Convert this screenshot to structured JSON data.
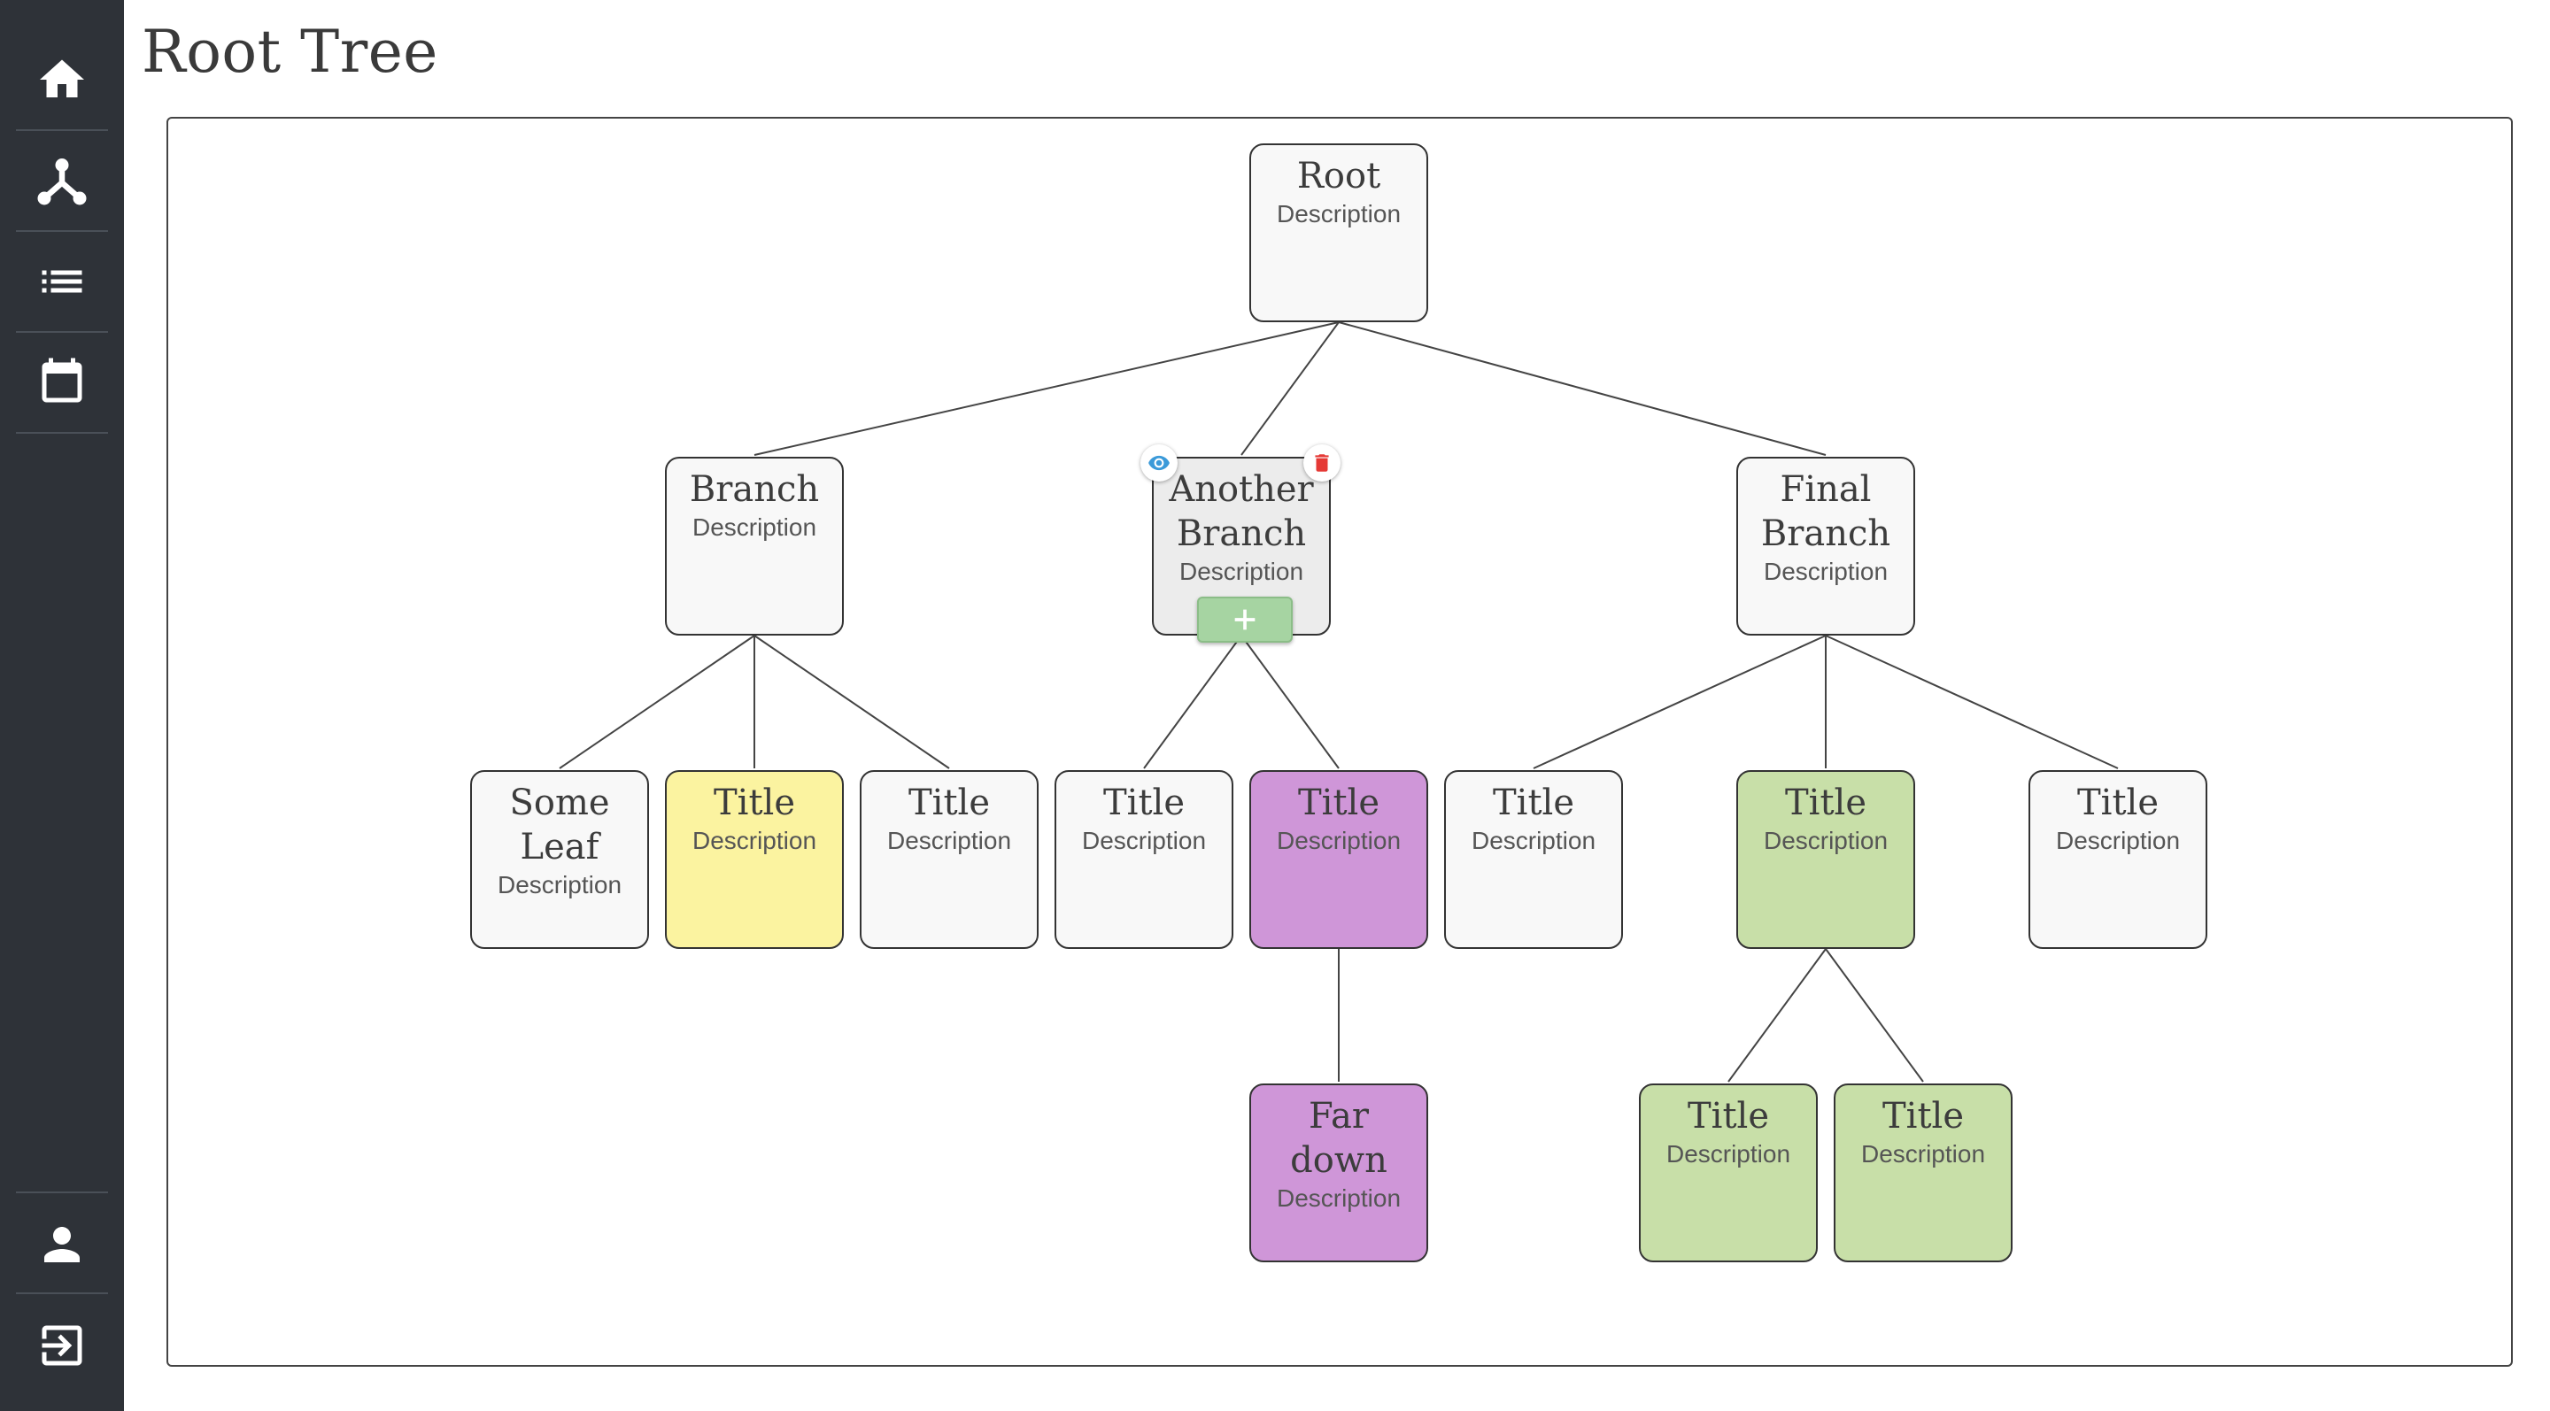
{
  "page": {
    "title": "Root Tree"
  },
  "sidebar": {
    "top_items": [
      {
        "icon": "home-icon"
      },
      {
        "icon": "tree-icon"
      },
      {
        "icon": "list-icon"
      },
      {
        "icon": "calendar-icon"
      }
    ],
    "bottom_items": [
      {
        "icon": "user-icon"
      },
      {
        "icon": "logout-icon"
      }
    ]
  },
  "colors": {
    "sidebar": "#2e3238",
    "node_default": "#f8f8f8",
    "node_yellow": "#fbf3a0",
    "node_purple": "#cf96d8",
    "node_green": "#c8dfa8",
    "view_icon": "#3b9ad9",
    "delete_icon": "#e53935",
    "add_button": "#a6d4a2"
  },
  "tree": {
    "root": {
      "title": "Root",
      "description": "Description"
    },
    "branches": [
      {
        "title": "Branch",
        "description": "Description"
      },
      {
        "title": "Another Branch",
        "description": "Description"
      },
      {
        "title": "Final Branch",
        "description": "Description"
      }
    ],
    "leaves": [
      {
        "title": "Some Leaf",
        "description": "Description"
      },
      {
        "title": "Title",
        "description": "Description"
      },
      {
        "title": "Title",
        "description": "Description"
      },
      {
        "title": "Title",
        "description": "Description"
      },
      {
        "title": "Title",
        "description": "Description"
      },
      {
        "title": "Title",
        "description": "Description"
      },
      {
        "title": "Title",
        "description": "Description"
      },
      {
        "title": "Title",
        "description": "Description"
      }
    ],
    "deep": [
      {
        "title": "Far down",
        "description": "Description"
      },
      {
        "title": "Title",
        "description": "Description"
      },
      {
        "title": "Title",
        "description": "Description"
      }
    ]
  },
  "selected_node": {
    "title": "Another Branch",
    "actions": [
      {
        "icon": "eye-icon"
      },
      {
        "icon": "trash-icon"
      },
      {
        "icon": "plus-icon"
      }
    ]
  }
}
